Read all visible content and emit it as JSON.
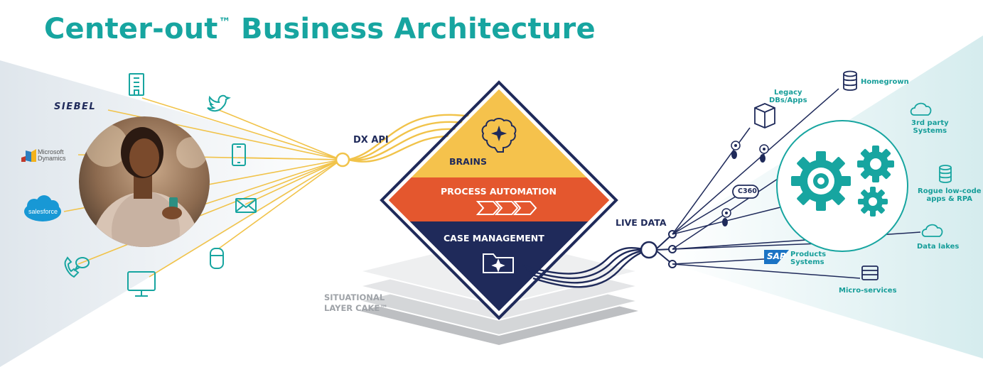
{
  "title": {
    "main": "Center-out",
    "tm": "™",
    "rest": " Business Architecture"
  },
  "left": {
    "dx_api": "DX API",
    "logos": {
      "siebel": "SIEBEL",
      "ms_line1": "Microsoft",
      "ms_line2": "Dynamics",
      "salesforce": "salesforce"
    },
    "channel_icons": [
      "building-icon",
      "twitter-icon",
      "mobile-icon",
      "mail-icon",
      "smart-speaker-icon",
      "monitor-icon",
      "phone-chat-icon"
    ]
  },
  "center": {
    "brains": "BRAINS",
    "process_automation": "PROCESS AUTOMATION",
    "case_management": "CASE MANAGEMENT",
    "cake_line1": "SITUATIONAL",
    "cake_line2": "LAYER CAKE™",
    "colors": {
      "brains": "#f5c24c",
      "process": "#e4572e",
      "case": "#1f2a5a",
      "border": "#1f2a5a",
      "teal": "#17a5a0",
      "gold_lines": "#f1c34a"
    }
  },
  "right": {
    "live_data": "LIVE DATA",
    "homegrown": "Homegrown",
    "legacy_line1": "Legacy",
    "legacy_line2": "DBs/Apps",
    "third_line1": "3rd party",
    "third_line2": "Systems",
    "c360": "C360",
    "rogue_line1": "Rogue low-code",
    "rogue_line2": "apps & RPA",
    "data_lakes": "Data lakes",
    "sap": "SAP",
    "products_line1": "Products",
    "products_line2": "Systems",
    "micro": "Micro-services"
  }
}
